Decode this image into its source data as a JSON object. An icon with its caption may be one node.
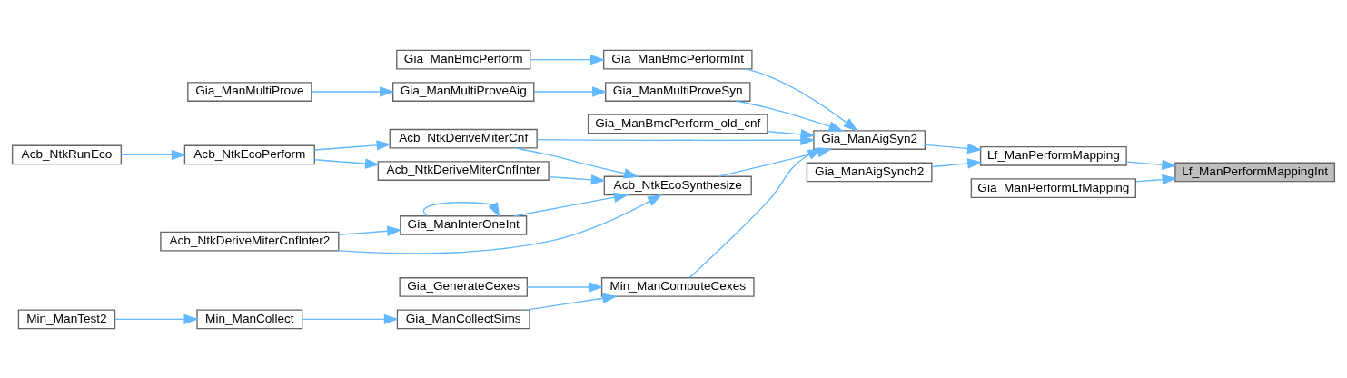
{
  "diagram": {
    "nodes": [
      {
        "text": [
          "Acb_NtkRunEco"
        ]
      },
      {
        "text": [
          "Acb_NtkEcoPerform"
        ]
      },
      {
        "text": [
          "Acb_NtkDeriveMiterCnf"
        ]
      },
      {
        "text": [
          "Acb_NtkDeriveMiterCnfInter"
        ]
      },
      {
        "text": [
          "Acb_NtkDeriveMiterCnfInter2"
        ]
      },
      {
        "text": [
          "Gia_ManInterOneInt"
        ]
      },
      {
        "text": [
          "Acb_NtkEcoSynthesize"
        ]
      },
      {
        "text": [
          "Gia_ManBmcPerform_old_cnf"
        ]
      },
      {
        "text": [
          "Gia_ManBmcPerform"
        ]
      },
      {
        "text": [
          "Gia_ManBmcPerformInt"
        ]
      },
      {
        "text": [
          "Gia_ManMultiProve"
        ]
      },
      {
        "text": [
          "Gia_ManMultiProveAig"
        ]
      },
      {
        "text": [
          "Gia_ManMultiProveSyn"
        ]
      },
      {
        "text": [
          "Gia_GenerateCexes"
        ]
      },
      {
        "text": [
          "Min_ManComputeCexes"
        ]
      },
      {
        "text": [
          "Min_ManTest2"
        ]
      },
      {
        "text": [
          "Min_ManCollect"
        ]
      },
      {
        "text": [
          "Gia_ManCollectSims"
        ]
      },
      {
        "text": [
          "Gia_ManAigSyn2"
        ]
      },
      {
        "text": [
          "Gia_ManAigSynch2"
        ]
      },
      {
        "text": [
          "Gia_ManPerformLfMapping"
        ]
      },
      {
        "text": [
          "Lf_ManPerformMapping"
        ]
      },
      {
        "text": [
          "Lf_ManPerformMappingInt"
        ]
      }
    ],
    "edges": [
      {
        "from": 0,
        "to": 1,
        "arrow": "to"
      },
      {
        "from": 1,
        "to": 2,
        "arrow": "to"
      },
      {
        "from": 1,
        "to": 3,
        "arrow": "to"
      },
      {
        "from": 2,
        "to": 6,
        "arrow": "to"
      },
      {
        "from": 2,
        "to": 18,
        "arrow": "to"
      },
      {
        "from": 3,
        "to": 6,
        "arrow": "to"
      },
      {
        "from": 4,
        "to": 6,
        "arrow": "to"
      },
      {
        "from": 4,
        "to": 5,
        "arrow": "to"
      },
      {
        "from": 5,
        "to": 5,
        "arrow": "to"
      },
      {
        "from": 5,
        "to": 6,
        "arrow": "to"
      },
      {
        "from": 6,
        "to": 18,
        "arrow": "to"
      },
      {
        "from": 7,
        "to": 18,
        "arrow": "to"
      },
      {
        "from": 8,
        "to": 9,
        "arrow": "to"
      },
      {
        "from": 9,
        "to": 18,
        "arrow": "to"
      },
      {
        "from": 10,
        "to": 11,
        "arrow": "to"
      },
      {
        "from": 11,
        "to": 12,
        "arrow": "to"
      },
      {
        "from": 12,
        "to": 18,
        "arrow": "to"
      },
      {
        "from": 13,
        "to": 14,
        "arrow": "to"
      },
      {
        "from": 14,
        "to": 18,
        "arrow": "to"
      },
      {
        "from": 15,
        "to": 16,
        "arrow": "to"
      },
      {
        "from": 16,
        "to": 17,
        "arrow": "to"
      },
      {
        "from": 17,
        "to": 14,
        "arrow": "to"
      },
      {
        "from": 18,
        "to": 21,
        "arrow": "to"
      },
      {
        "from": 19,
        "to": 21,
        "arrow": "to"
      },
      {
        "from": 20,
        "to": 22,
        "arrow": "to"
      },
      {
        "from": 21,
        "to": 22,
        "arrow": "to"
      }
    ]
  }
}
